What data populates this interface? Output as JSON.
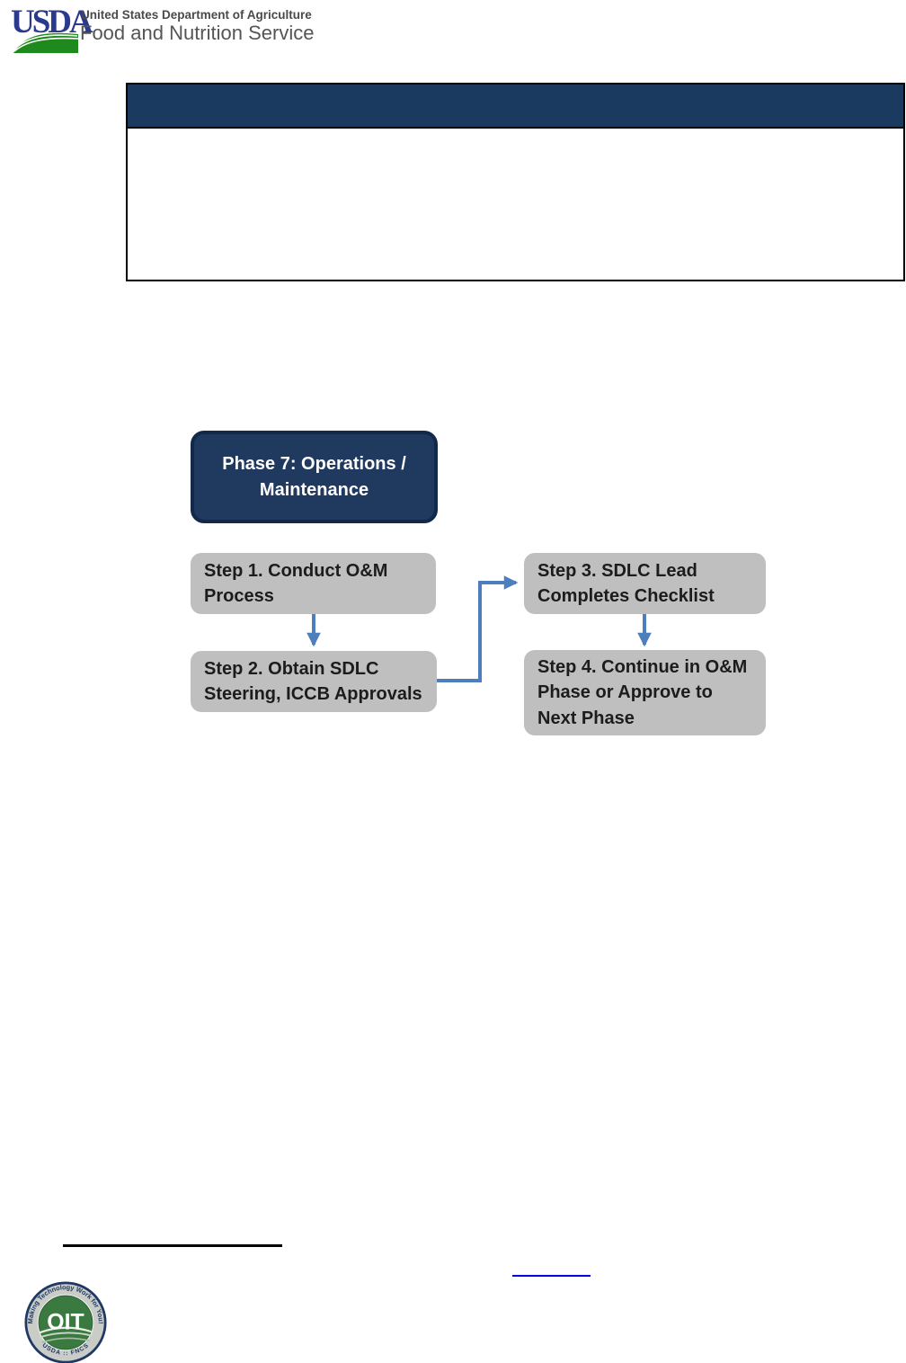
{
  "header": {
    "logo_text": "USDA",
    "department": "United States Department of Agriculture",
    "agency": "Food and Nutrition Service"
  },
  "flowchart": {
    "phase_box": {
      "line1": "Phase 7: Operations /",
      "line2": "Maintenance"
    },
    "step1": {
      "line1": "Step 1. Conduct O&M",
      "line2": "Process"
    },
    "step2": {
      "line1": "Step 2. Obtain SDLC",
      "line2": "Steering, ICCB Approvals"
    },
    "step3": {
      "line1": "Step 3. SDLC Lead",
      "line2": "Completes Checklist"
    },
    "step4": {
      "line1": "Step 4. Continue in O&M",
      "line2": "Phase or Approve to",
      "line3": "Next Phase"
    }
  },
  "footer": {
    "oit_logo": {
      "arc_top": "Making Technology Work for You!",
      "center": "OIT",
      "arc_bottom": "USDA  ::  FNCS"
    }
  },
  "colors": {
    "table_titlebar_navy": "#1b3a5f",
    "phase_fill": "#1f3a5e",
    "phase_border": "#13294a",
    "step_gray": "#bfbfbf",
    "arrow_blue": "#4c7fbc",
    "link_blue": "#0000e0",
    "usda_logo_blue": "#2b3a8c",
    "usda_logo_green": "#1e8a1e",
    "oit_green": "#3a7a40",
    "oit_navy": "#1f3864"
  }
}
